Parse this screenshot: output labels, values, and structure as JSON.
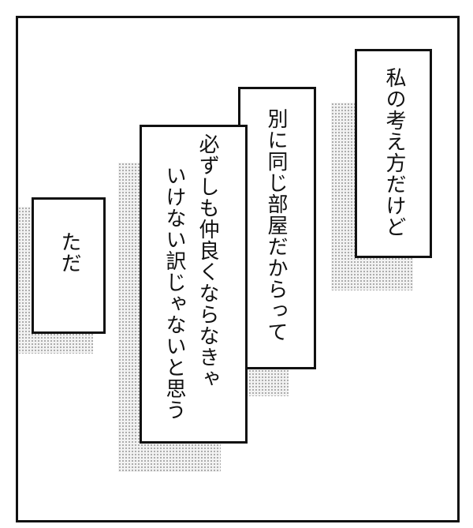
{
  "panel": {
    "border_color": "#111111",
    "background": "#ffffff"
  },
  "bubbles": [
    {
      "id": "bubble-1",
      "lines": [
        "私の考え方だけど"
      ]
    },
    {
      "id": "bubble-2",
      "lines": [
        "別に同じ部屋だからって"
      ]
    },
    {
      "id": "bubble-3",
      "lines": [
        "必ずしも仲良くならなきゃ",
        "いけない訳じゃないと思う"
      ]
    },
    {
      "id": "bubble-4",
      "lines": [
        "ただ"
      ]
    }
  ],
  "tone_color": "#9a9a9a"
}
